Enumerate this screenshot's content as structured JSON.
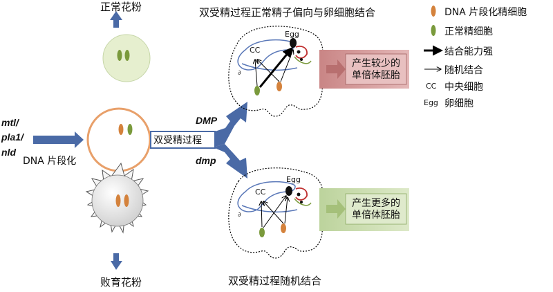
{
  "titles": {
    "top_pollen": "正常花粉",
    "bottom_pollen": "败育花粉",
    "top_embryo_sac": "双受精过程正常精子偏向与卵细胞结合",
    "bottom_embryo_sac": "双受精过程随机结合"
  },
  "left": {
    "genes": [
      "mtl/",
      "pla1/",
      "nld"
    ],
    "dna_fragment": "DNA 片段化"
  },
  "center": {
    "process_box": "双受精过程",
    "dmp_upper": "DMP",
    "dmp_lower": "dmp"
  },
  "embryo": {
    "cc": "CC",
    "egg": "Egg"
  },
  "results": {
    "less": [
      "产生较少的",
      "单倍体胚胎"
    ],
    "more": [
      "产生更多的",
      "单倍体胚胎"
    ]
  },
  "legend": {
    "dna_sperm": "DNA 片段化精细胞",
    "normal_sperm": "正常精细胞",
    "strong": "结合能力强",
    "random": "随机结合",
    "cc_abbr": "CC",
    "cc_desc": "中央细胞",
    "egg_abbr": "Egg",
    "egg_desc": "卵细胞"
  },
  "colors": {
    "arrow_blue": "#4a6aa6",
    "orange": "#e8a06a",
    "light_green": "#e6efcf",
    "sperm_orange": "#d4823c",
    "sperm_green": "#7a9a3c",
    "result_red": "#d49a9a",
    "result_green": "#cadbb0"
  }
}
